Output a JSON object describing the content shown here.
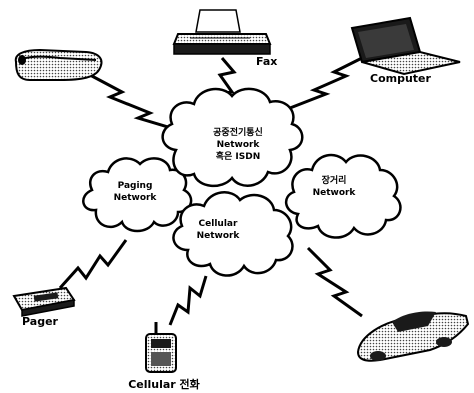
{
  "networks": {
    "pstn": {
      "line1": "공중전기통신",
      "line2": "Network",
      "line3": "혹은 ISDN"
    },
    "paging": {
      "line1": "Paging",
      "line2": "Network"
    },
    "long_distance": {
      "line1": "장거리",
      "line2": "Network"
    },
    "cellular": {
      "line1": "Cellular",
      "line2": "Network"
    }
  },
  "devices": {
    "fax": "Fax",
    "computer": "Computer",
    "pager": "Pager",
    "cellular_phone": "Cellular 전화"
  },
  "colors": {
    "ink": "#000000",
    "cloud_fill": "#ffffff",
    "device_fill": "#d9d9d9"
  }
}
